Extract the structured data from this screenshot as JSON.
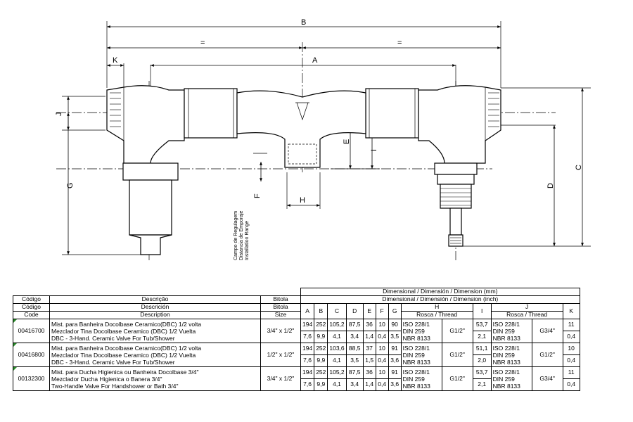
{
  "drawing": {
    "dim_labels": {
      "B": "B",
      "A": "A",
      "K": "K",
      "J": "J",
      "G": "G",
      "E": "E",
      "I": "I",
      "F": "F",
      "H": "H",
      "C": "C",
      "D": "D",
      "equal": "="
    },
    "range_note": [
      "Campo de Regulagem",
      "Distancia de Emporaje",
      "Installation Range"
    ]
  },
  "table": {
    "header_pt": {
      "codigo": "Código",
      "descricao": "Descrição",
      "bitola": "Bitola",
      "dim": "Dimensional / Dimensión / Dimension (mm)"
    },
    "header_es": {
      "codigo": "Código",
      "descricao": "Descrición",
      "bitola": "Bitola",
      "dim": "Dimensional / Dimensión / Dimension (inch)"
    },
    "header_en": {
      "codigo": "Code",
      "descricao": "Description",
      "bitola": "Size"
    },
    "cols": {
      "A": "A",
      "B": "B",
      "C": "C",
      "D": "D",
      "E": "E",
      "F": "F",
      "G": "G",
      "H": "H",
      "I": "I",
      "J": "J",
      "K": "K"
    },
    "thread_label": "Rosca / Thread",
    "rows": [
      {
        "code": "00416700",
        "desc": [
          "Mist. para  Banheira Docolbase Ceramico(DBC) 1/2 volta",
          "Mezclador Tina Docolbase Ceramico (DBC) 1/2 Vuelta",
          "DBC - 3-Hand. Ceramic Valve For Tub/Shower"
        ],
        "size": "3/4\" x 1/2\"",
        "mm": {
          "A": "194",
          "B": "252",
          "C": "105,2",
          "D": "87,5",
          "E": "36",
          "F": "10",
          "G": "90",
          "I": "53,7",
          "K": "11"
        },
        "inch": {
          "A": "7,6",
          "B": "9,9",
          "C": "4,1",
          "D": "3,4",
          "E": "1,4",
          "F": "0,4",
          "G": "3,5",
          "I": "2,1",
          "K": "0,4"
        },
        "h_std": [
          "ISO 228/1",
          "DIN 259",
          "NBR 8133"
        ],
        "h_thread": "G1/2\"",
        "j_std": [
          "ISO 228/1",
          "DIN 259",
          "NBR 8133"
        ],
        "j_thread": "G3/4\""
      },
      {
        "code": "00416800",
        "desc": [
          "Mist. para  Banheira Docolbase Ceramico(DBC) 1/2 volta",
          "Mezclador Tina Docolbase Ceramico (DBC) 1/2 Vuelta",
          "DBC - 3-Hand. Ceramic Valve For Tub/Shower"
        ],
        "size": "1/2\" x 1/2\"",
        "mm": {
          "A": "194",
          "B": "252",
          "C": "103,6",
          "D": "88,5",
          "E": "37",
          "F": "10",
          "G": "91",
          "I": "51,1",
          "K": "10"
        },
        "inch": {
          "A": "7,6",
          "B": "9,9",
          "C": "4,1",
          "D": "3,5",
          "E": "1,5",
          "F": "0,4",
          "G": "3,6",
          "I": "2,0",
          "K": "0,4"
        },
        "h_std": [
          "ISO 228/1",
          "DIN 259",
          "NBR 8133"
        ],
        "h_thread": "G1/2\"",
        "j_std": [
          "ISO 228/1",
          "DIN 259",
          "NBR 8133"
        ],
        "j_thread": "G1/2\""
      },
      {
        "code": "00132300",
        "desc": [
          "Mist. para  Ducha Higienica ou Banheira Docolbase 3/4\"",
          "Mezclador Ducha Higienica o Banera 3/4\"",
          "Two-Handle Valve For Handshower or Bath 3/4\""
        ],
        "size": "3/4\" x 1/2\"",
        "mm": {
          "A": "194",
          "B": "252",
          "C": "105,2",
          "D": "87,5",
          "E": "36",
          "F": "10",
          "G": "91",
          "I": "53,7",
          "K": "11"
        },
        "inch": {
          "A": "7,6",
          "B": "9,9",
          "C": "4,1",
          "D": "3,4",
          "E": "1,4",
          "F": "0,4",
          "G": "3,6",
          "I": "2,1",
          "K": "0,4"
        },
        "h_std": [
          "ISO 228/1",
          "DIN 259",
          "NBR 8133"
        ],
        "h_thread": "G1/2\"",
        "j_std": [
          "ISO 228/1",
          "DIN 259",
          "NBR 8133"
        ],
        "j_thread": "G3/4\""
      }
    ]
  }
}
